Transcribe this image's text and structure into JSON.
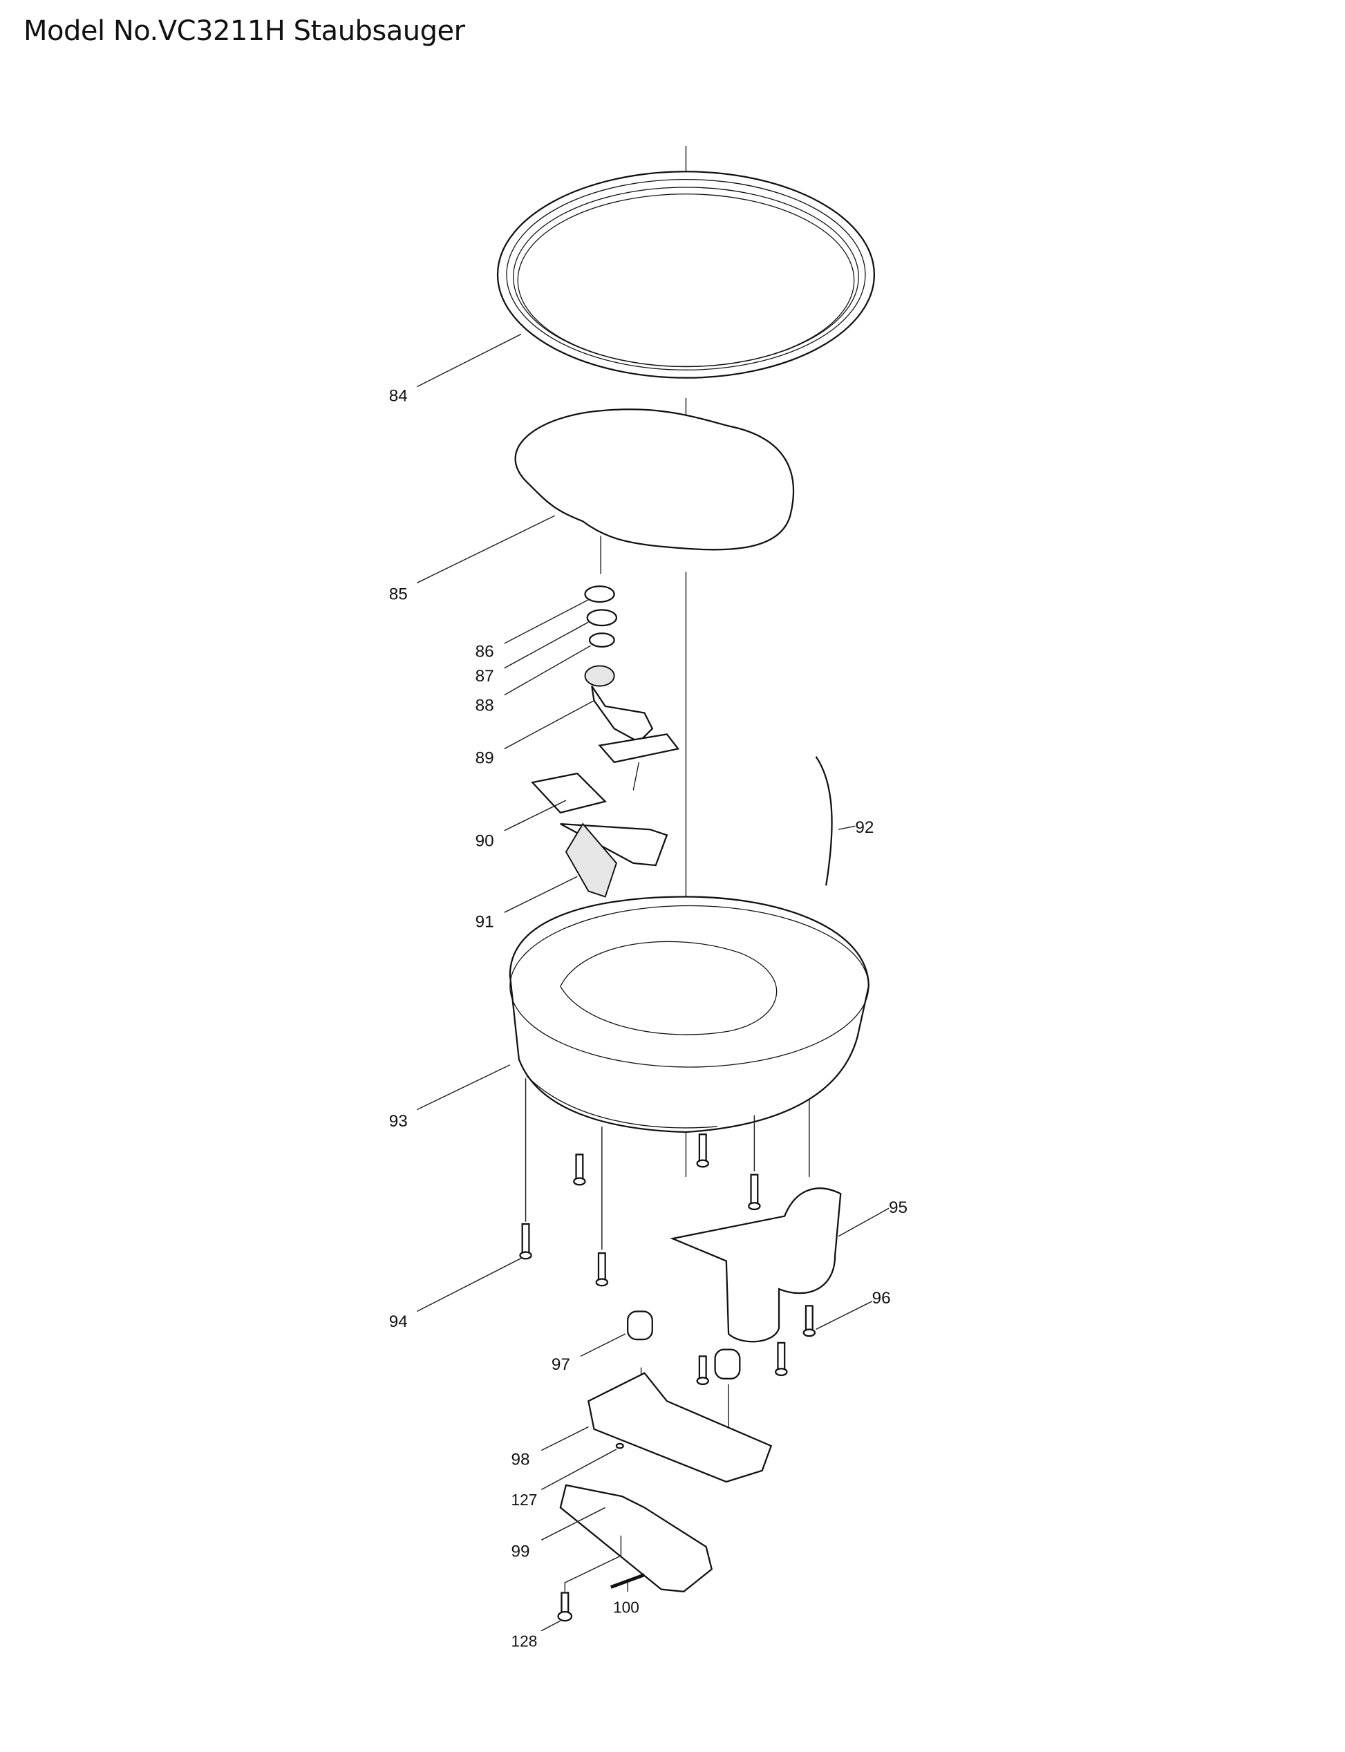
{
  "title": "Model No.VC3211H Staubsauger",
  "parts": {
    "p84": "84",
    "p85": "85",
    "p86": "86",
    "p87": "87",
    "p88": "88",
    "p89": "89",
    "p90": "90",
    "p91": "91",
    "p92": "92",
    "p93": "93",
    "p94": "94",
    "p95": "95",
    "p96": "96",
    "p97": "97",
    "p98": "98",
    "p127": "127",
    "p99": "99",
    "p100": "100",
    "p128": "128"
  }
}
